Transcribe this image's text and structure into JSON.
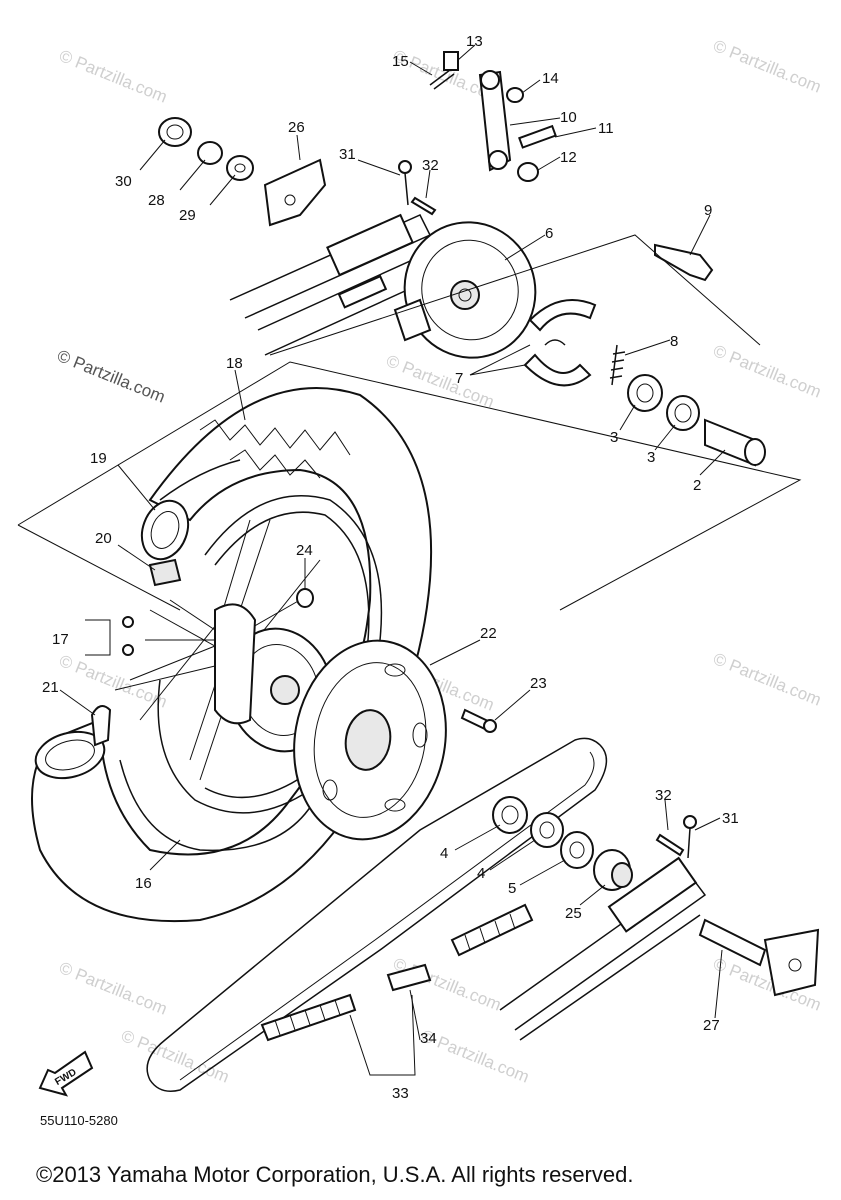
{
  "watermarks": {
    "text": "© Partzilla.com",
    "items": [
      "© Partzilla.com",
      "© Partzilla.com",
      "© Partzilla.com",
      "© Partzilla.com",
      "© Partzilla.com",
      "© Partzilla.com",
      "© Partzilla.com",
      "© Partzilla.com",
      "© Partzilla.com",
      "© Partzilla.com",
      "© Partzilla.com",
      "© Partzilla.com",
      "© Partzilla.com",
      "© Partzilla.com"
    ]
  },
  "callouts": [
    "2",
    "3",
    "3",
    "4",
    "4",
    "5",
    "6",
    "7",
    "8",
    "9",
    "10",
    "11",
    "12",
    "13",
    "14",
    "15",
    "16",
    "17",
    "18",
    "19",
    "20",
    "21",
    "22",
    "23",
    "24",
    "25",
    "26",
    "27",
    "28",
    "29",
    "30",
    "31",
    "31",
    "32",
    "32",
    "33",
    "34"
  ],
  "direction_arrow": "FWD",
  "diagram_code": "55U110-5280",
  "copyright": "©2013  Yamaha Motor Corporation, U.S.A. All rights reserved."
}
